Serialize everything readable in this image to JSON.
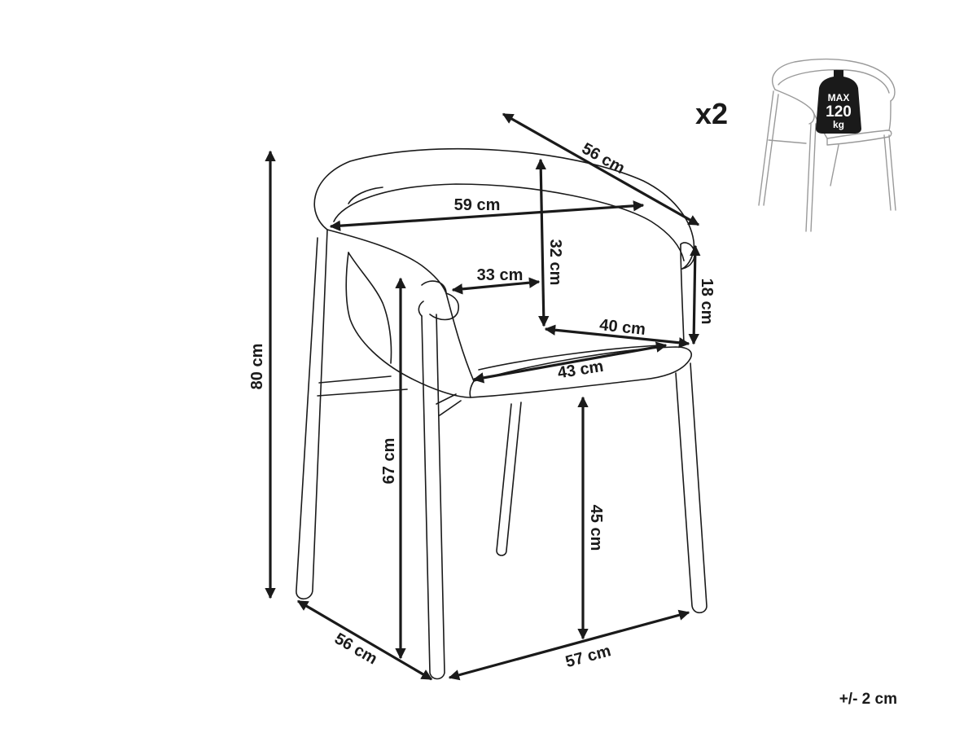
{
  "dimensions": {
    "seat_depth_top": "56 cm",
    "back_width": "59 cm",
    "back_height": "32 cm",
    "inner_width": "33 cm",
    "armrest_height": "18 cm",
    "seat_depth": "40 cm",
    "seat_width": "43 cm",
    "total_height": "80 cm",
    "armrest_floor_height": "67 cm",
    "seat_height": "45 cm",
    "base_depth": "56 cm",
    "base_width": "57 cm"
  },
  "quantity": "x2",
  "max_load": {
    "line1": "MAX",
    "line2": "120",
    "line3": "kg"
  },
  "tolerance": "+/- 2 cm",
  "colors": {
    "line": "#1a1a1a",
    "thumbnail": "#9a9a9a"
  }
}
